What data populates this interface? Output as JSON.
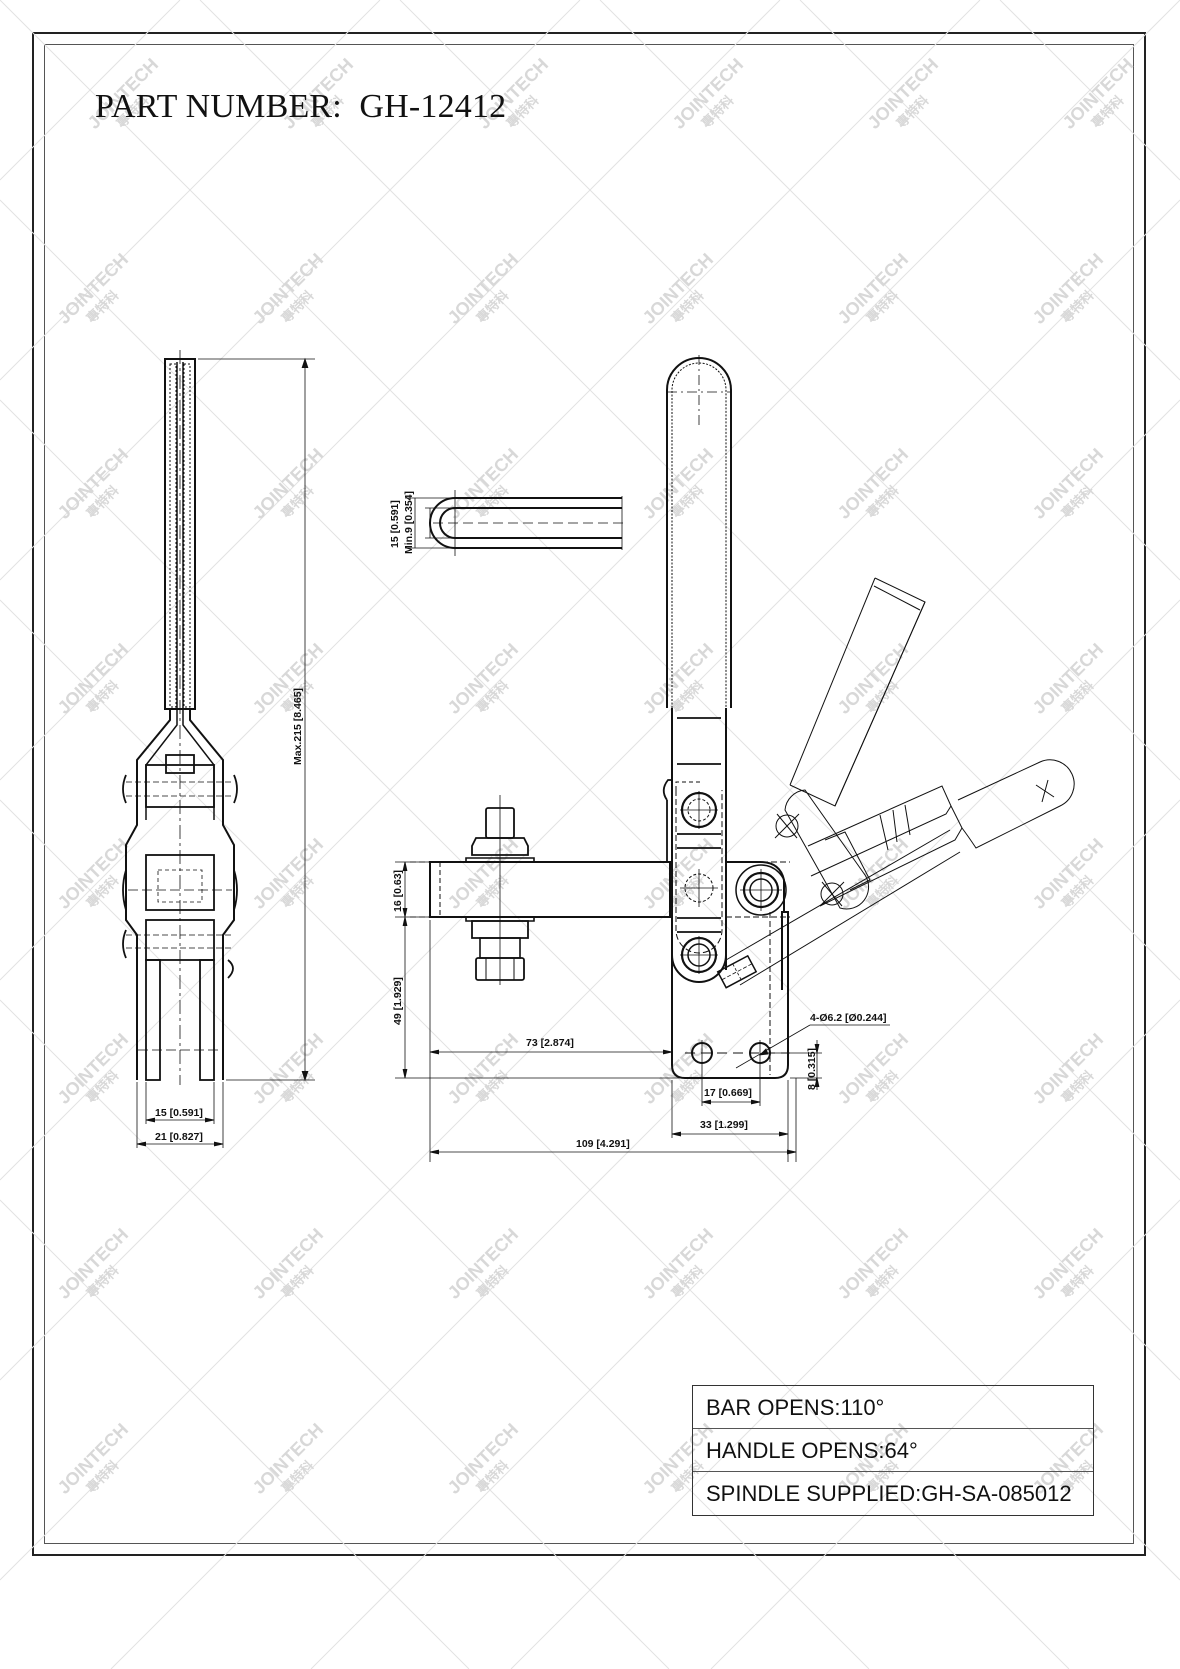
{
  "title": {
    "label": "PART NUMBER:",
    "part_number": "GH-12412",
    "full": "PART NUMBER:  GH-12412"
  },
  "watermark": {
    "brand": "JOINTECH",
    "brand_cn": "專特科",
    "color": "#d8d8d8"
  },
  "views": {
    "side_view": {
      "dimensions": {
        "max_height": "Max.215 [8.465]",
        "inner_width": "15 [0.591]",
        "outer_width": "21 [0.827]"
      }
    },
    "handle_detail": {
      "dimensions": {
        "grip_height": "15 [0.591]",
        "min_inner": "Min.9 [0.354]"
      }
    },
    "front_view": {
      "dimensions": {
        "bar_thickness": "16 [0.63]",
        "bar_height": "49 [1.929]",
        "bar_reach": "73 [2.874]",
        "base_width": "33 [1.299]",
        "hole_spacing": "17 [0.669]",
        "hole_offset": "8 [0.315]",
        "mounting_holes": "4-Ø6.2 [Ø0.244]",
        "overall_length": "109 [4.291]"
      }
    }
  },
  "spec_table": {
    "rows": [
      "BAR OPENS:110°",
      "HANDLE OPENS:64°",
      "SPINDLE SUPPLIED:GH-SA-085012"
    ]
  }
}
